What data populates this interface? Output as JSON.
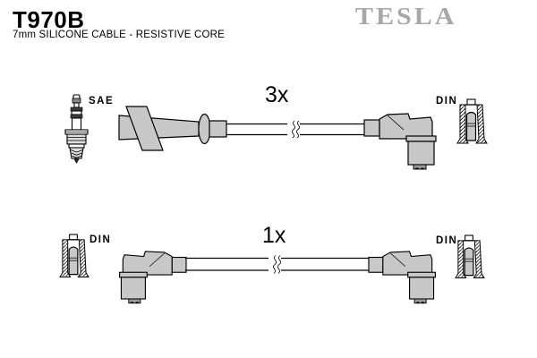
{
  "header": {
    "part_number": "T970B",
    "subtitle": "7mm SILICONE CABLE - RESISTIVE CORE",
    "brand": "TESLA"
  },
  "colors": {
    "boot_gray": "#c8c8c8",
    "nipple_gray": "#9a9a9a",
    "logo_gray": "#a8a8a8",
    "outline": "#000000",
    "background": "#ffffff"
  },
  "diagram": {
    "top_cable": {
      "quantity_label": "3x",
      "left_terminal_label": "SAE",
      "right_terminal_label": "DIN",
      "left_icon": "spark-plug-icon",
      "left_boot": "straight-boot-with-diagonal-band",
      "right_boot": "90-degree-elbow-boot",
      "right_icon": "din-terminal-cross-section-icon",
      "cable_break_symbol": "double-squiggle"
    },
    "bottom_cable": {
      "quantity_label": "1x",
      "left_terminal_label": "DIN",
      "right_terminal_label": "DIN",
      "left_icon": "din-terminal-cross-section-icon",
      "left_boot": "90-degree-elbow-boot",
      "right_boot": "90-degree-elbow-boot",
      "right_icon": "din-terminal-cross-section-icon",
      "cable_break_symbol": "double-squiggle"
    }
  }
}
